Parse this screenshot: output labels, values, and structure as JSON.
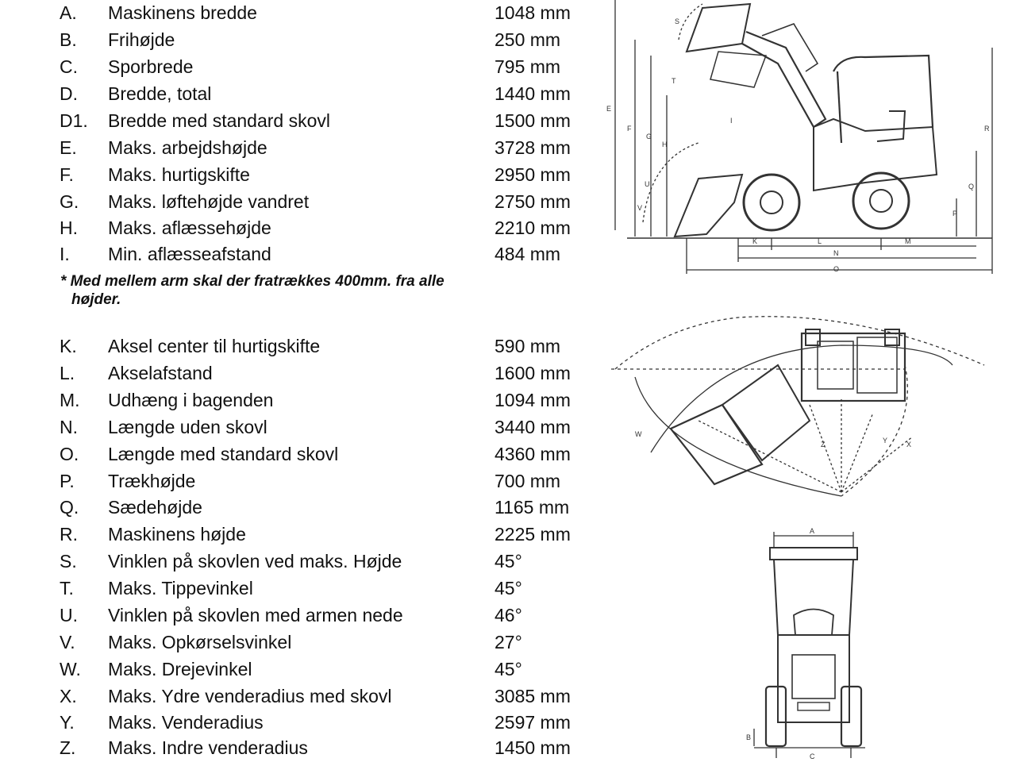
{
  "specs_group1": [
    {
      "code": "A.",
      "label": "Maskinens bredde",
      "value": "1048 mm"
    },
    {
      "code": "B.",
      "label": "Frihøjde",
      "value": "250 mm"
    },
    {
      "code": "C.",
      "label": "Sporbrede",
      "value": "795 mm"
    },
    {
      "code": "D.",
      "label": "Bredde, total",
      "value": "1440 mm"
    },
    {
      "code": "D1.",
      "label": "Bredde med standard skovl",
      "value": "1500 mm"
    },
    {
      "code": "E.",
      "label": "Maks. arbejdshøjde",
      "value": "3728 mm"
    },
    {
      "code": "F.",
      "label": "Maks. hurtigskifte",
      "value": "2950 mm"
    },
    {
      "code": "G.",
      "label": "Maks. løftehøjde vandret",
      "value": "2750 mm"
    },
    {
      "code": "H.",
      "label": "Maks. aflæssehøjde",
      "value": "2210 mm"
    },
    {
      "code": "I.",
      "label": "Min. aflæsseafstand",
      "value": "484 mm"
    }
  ],
  "note": {
    "line1": "* Med mellem arm skal der fratrækkes 400mm. fra alle",
    "line2": "højder."
  },
  "specs_group2": [
    {
      "code": "K.",
      "label": "Aksel center til hurtigskifte",
      "value": "590 mm"
    },
    {
      "code": "L.",
      "label": "Akselafstand",
      "value": "1600 mm"
    },
    {
      "code": "M.",
      "label": "Udhæng i bagenden",
      "value": "1094 mm"
    },
    {
      "code": "N.",
      "label": "Længde uden skovl",
      "value": "3440 mm"
    },
    {
      "code": "O.",
      "label": "Længde med standard skovl",
      "value": "4360 mm"
    },
    {
      "code": "P.",
      "label": "Trækhøjde",
      "value": "700 mm"
    },
    {
      "code": "Q.",
      "label": "Sædehøjde",
      "value": "1165 mm"
    },
    {
      "code": "R.",
      "label": "Maskinens højde",
      "value": "2225 mm"
    },
    {
      "code": "S.",
      "label": "Vinklen på skovlen ved maks. Højde",
      "value": "45°"
    },
    {
      "code": "T.",
      "label": "Maks. Tippevinkel",
      "value": "45°"
    },
    {
      "code": "U.",
      "label": "Vinklen på skovlen med armen nede",
      "value": "46°"
    },
    {
      "code": "V.",
      "label": "Maks. Opkørselsvinkel",
      "value": "27°"
    },
    {
      "code": "W.",
      "label": "Maks. Drejevinkel",
      "value": "45°"
    },
    {
      "code": "X.",
      "label": "Maks. Ydre venderadius med skovl",
      "value": "3085 mm"
    },
    {
      "code": "Y.",
      "label": "Maks. Venderadius",
      "value": "2597 mm"
    },
    {
      "code": "Z.",
      "label": "Maks. Indre venderadius",
      "value": "1450 mm"
    }
  ],
  "drawing_labels": {
    "side": {
      "S": "S",
      "T": "T",
      "E": "E",
      "F": "F",
      "G": "G",
      "H": "H",
      "I": "I",
      "U": "U",
      "V": "V",
      "K": "K",
      "L": "L",
      "M": "M",
      "N": "N",
      "O": "O",
      "P": "P",
      "Q": "Q",
      "R": "R"
    },
    "top": {
      "W": "W",
      "X": "X",
      "Y": "Y",
      "Z": "Z"
    },
    "front": {
      "A": "A",
      "B": "B",
      "C": "C"
    }
  }
}
